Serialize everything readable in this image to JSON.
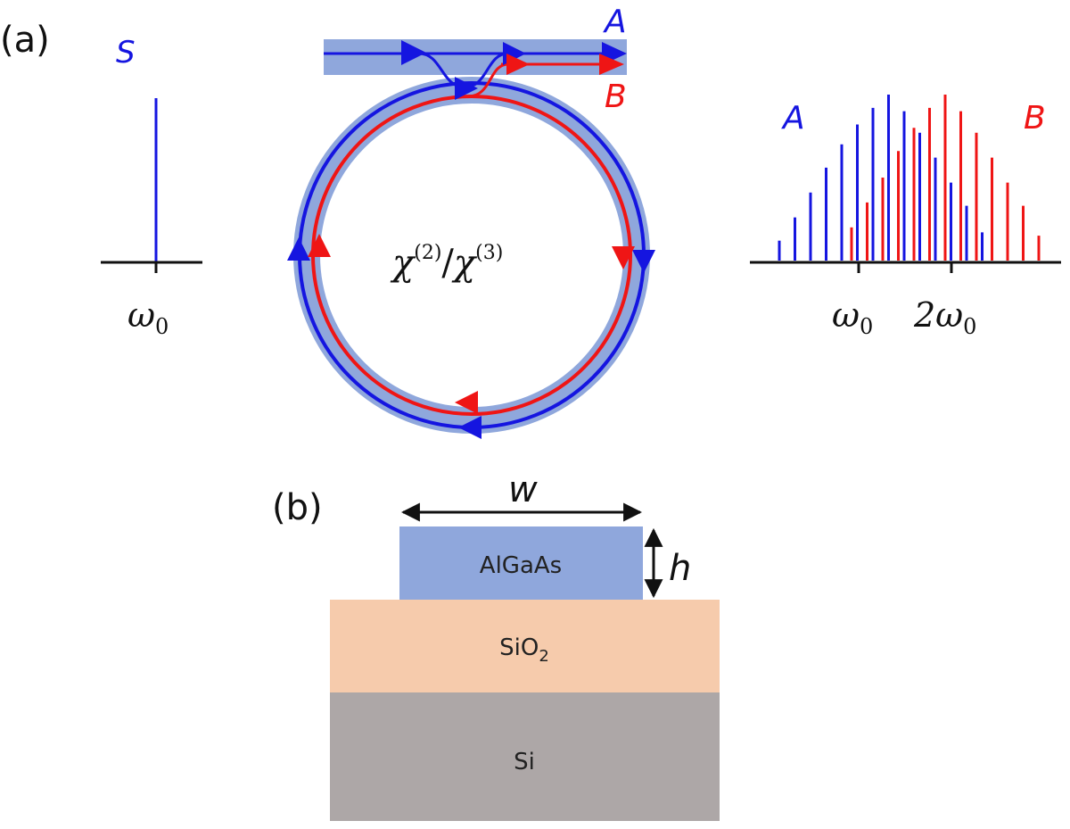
{
  "panel_a": {
    "label": "(a)",
    "input_spectrum": {
      "signal_label": "S",
      "axis_tick_label": "ω",
      "axis_tick_sub": "0"
    },
    "resonator": {
      "nonlinearity_label": "χ",
      "sup1": "(2)",
      "separator": "/",
      "sup2": "(3)",
      "output_a": "A",
      "output_b": "B"
    },
    "output_spectrum": {
      "comb_a_label": "A",
      "comb_b_label": "B",
      "tick1_label": "ω",
      "tick1_sub": "0",
      "tick2_label": "2ω",
      "tick2_sub": "0",
      "comb_a_relative_heights": [
        0.12,
        0.26,
        0.41,
        0.56,
        0.7,
        0.82,
        0.92,
        1.0,
        0.9,
        0.77,
        0.62,
        0.47,
        0.33,
        0.17
      ],
      "comb_b_relative_heights": [
        0.2,
        0.35,
        0.5,
        0.66,
        0.8,
        0.92,
        1.0,
        0.9,
        0.77,
        0.62,
        0.47,
        0.33,
        0.15
      ]
    }
  },
  "panel_b": {
    "label": "(b)",
    "width_label": "w",
    "height_label": "h",
    "layers": {
      "top": "AlGaAs",
      "middle": "SiO",
      "middle_sub": "2",
      "bottom": "Si"
    }
  },
  "colors": {
    "mode_a": "#1515e0",
    "mode_b": "#ef1515",
    "waveguide": "#8fa7dc",
    "algaas": "#8fa7dc",
    "sio2": "#f6cbac",
    "si": "#ada7a7",
    "axis": "#111111"
  }
}
